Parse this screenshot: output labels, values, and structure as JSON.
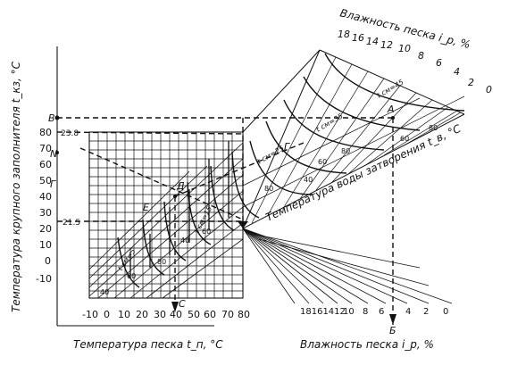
{
  "labels": {
    "top_axis_title": "Влажность песка i_p, %",
    "moisture_ticks_top": [
      "18",
      "16",
      "14",
      "12",
      "10",
      "8",
      "6",
      "4",
      "2",
      "0"
    ],
    "y_axis_title": "Температура крупного заполнителя t_кз, °C",
    "y_ticks": [
      "80",
      "70",
      "60",
      "50",
      "40",
      "30",
      "20",
      "10",
      "0",
      "-10"
    ],
    "y_letters": [
      "B",
      "N",
      "Г"
    ],
    "water_axis_title": "Температура воды затворения t_в, °C",
    "water_ticks": [
      "40",
      "60",
      "80",
      "40",
      "60",
      "80",
      "40",
      "60",
      "80",
      "60",
      "80"
    ],
    "curve_labels": [
      "t см=45",
      "t см=35",
      "t см=25",
      "t см=15",
      "t см=5"
    ],
    "point_labels": [
      "A",
      "Е",
      "Д",
      "Г"
    ],
    "side_values": [
      "23.8",
      "21.5"
    ],
    "x_axis_title": "Температура песка t_п, °C",
    "x_ticks": [
      "-10",
      "0",
      "10",
      "20",
      "30",
      "40",
      "50",
      "60",
      "70",
      "80"
    ],
    "x_letter": "C",
    "bottom_moisture_title": "Влажность песка i_p, %",
    "bottom_moisture_ticks": [
      "18161412",
      "10",
      "8",
      "6",
      "4",
      "2",
      "0"
    ],
    "bottom_letter": "Б"
  }
}
